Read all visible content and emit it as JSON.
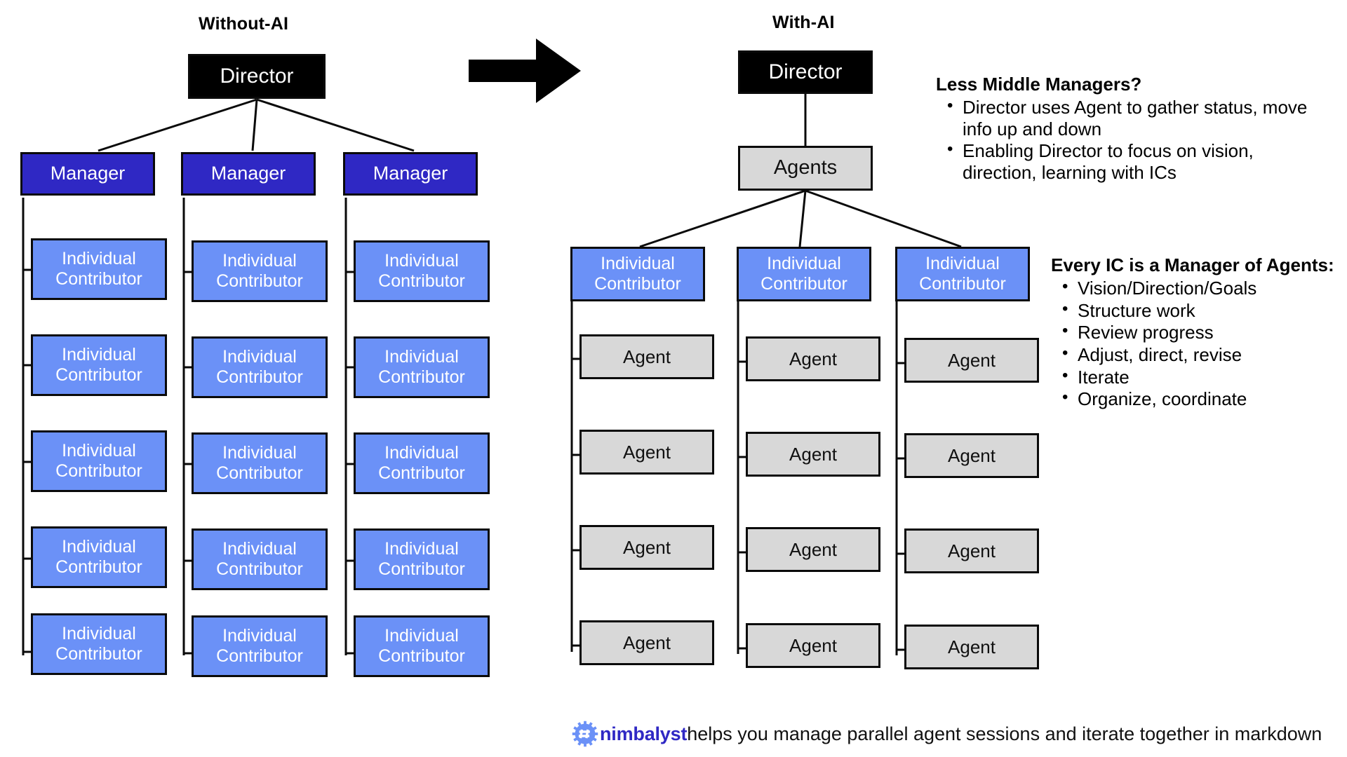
{
  "columns": {
    "without_ai": {
      "title": "Without-AI",
      "root": {
        "label": "Director"
      },
      "branches": [
        {
          "manager": "Manager",
          "reports": [
            "Individual Contributor",
            "Individual Contributor",
            "Individual Contributor",
            "Individual Contributor",
            "Individual Contributor"
          ]
        },
        {
          "manager": "Manager",
          "reports": [
            "Individual Contributor",
            "Individual Contributor",
            "Individual Contributor",
            "Individual Contributor",
            "Individual Contributor"
          ]
        },
        {
          "manager": "Manager",
          "reports": [
            "Individual Contributor",
            "Individual Contributor",
            "Individual Contributor",
            "Individual Contributor",
            "Individual Contributor"
          ]
        }
      ]
    },
    "with_ai": {
      "title": "With-AI",
      "root": {
        "label": "Director"
      },
      "hub": {
        "label": "Agents"
      },
      "branches": [
        {
          "ic": "Individual Contributor",
          "agents": [
            "Agent",
            "Agent",
            "Agent",
            "Agent"
          ]
        },
        {
          "ic": "Individual Contributor",
          "agents": [
            "Agent",
            "Agent",
            "Agent",
            "Agent"
          ]
        },
        {
          "ic": "Individual Contributor",
          "agents": [
            "Agent",
            "Agent",
            "Agent",
            "Agent"
          ]
        }
      ]
    }
  },
  "transition": {
    "icon": "right-arrow-icon"
  },
  "notes": [
    {
      "heading": "Less Middle Managers?",
      "bullets": [
        "Director uses Agent to gather status, move info up and down",
        "Enabling Director to focus on vision, direction, learning with ICs"
      ]
    },
    {
      "heading": "Every IC is a Manager of Agents:",
      "bullets": [
        "Vision/Direction/Goals",
        "Structure work",
        "Review progress",
        "Adjust, direct, revise",
        "Iterate",
        "Organize, coordinate"
      ]
    }
  ],
  "footer": {
    "logo_icon": "nimbalyst-burst-icon",
    "brand": "nimbalyst",
    "tagline": " helps you manage parallel agent sessions  and iterate together in markdown"
  },
  "colors": {
    "director": "#000000",
    "manager": "#2f28c4",
    "individual_contributor": "#6b91f7",
    "agent": "#d8d8d8",
    "brand": "#2f28c4",
    "outline": "#0a0a0a",
    "background": "#ffffff"
  }
}
